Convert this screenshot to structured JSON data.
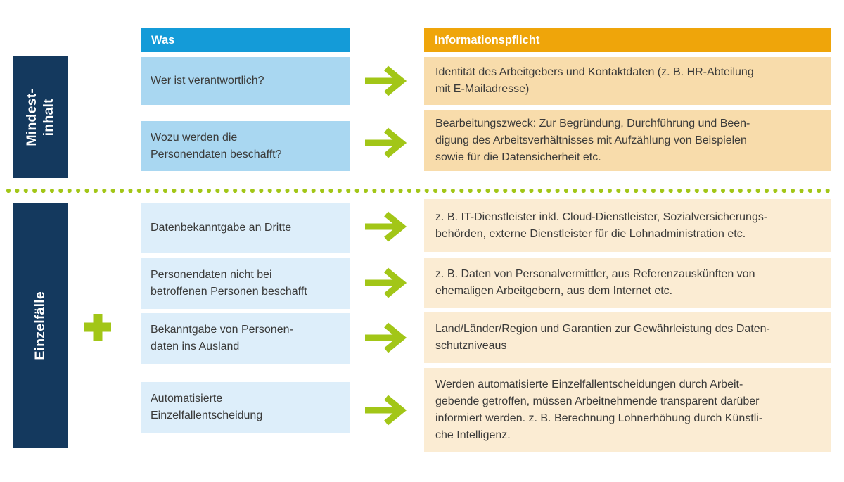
{
  "palette": {
    "navy": "#14395e",
    "blue_header": "#149bd8",
    "blue_light": "#a9d7f1",
    "blue_pale": "#ddeefa",
    "orange_header": "#efa50a",
    "orange_light": "#f8dcab",
    "orange_pale": "#fbecd3",
    "green_accent": "#a2c617",
    "text": "#3a3a39"
  },
  "headers": {
    "what": "Was",
    "duty": "Informationspflicht"
  },
  "icons": {
    "arrow": "right-arrow",
    "plus": "plus-sign",
    "separator": "dotted-line"
  },
  "sections": [
    {
      "label": "Mindest-\ninhalt",
      "rows": [
        {
          "what": "Wer ist verantwortlich?",
          "duty": "Identität des Arbeitgebers und Kontaktdaten (z. B. HR-Abteilung\nmit E-Mailadresse)"
        },
        {
          "what": "Wozu werden die\nPersonendaten beschafft?",
          "duty": "Bearbeitungszweck: Zur Begründung, Durchführung und Been-\ndigung des Arbeitsverhältnisses mit Aufzählung von Beispielen\nsowie für die Datensicherheit etc."
        }
      ]
    },
    {
      "label": "Einzelfälle",
      "rows": [
        {
          "what": "Datenbekanntgabe an Dritte",
          "duty": "z. B. IT-Dienstleister inkl. Cloud-Dienstleister, Sozialversicherungs-\nbehörden, externe Dienstleister für die Lohnadministration etc."
        },
        {
          "what": "Personendaten nicht bei\nbetroffenen Personen beschafft",
          "duty": "z. B. Daten von Personalvermittler, aus Referenzauskünften von\nehemaligen Arbeitgebern, aus dem Internet etc."
        },
        {
          "what": "Bekanntgabe von Personen-\ndaten ins Ausland",
          "duty": "Land/Länder/Region und Garantien zur Gewährleistung des Daten-\nschutzniveaus"
        },
        {
          "what": "Automatisierte\nEinzelfallentscheidung",
          "duty": "Werden automatisierte Einzelfallentscheidungen durch Arbeit-\ngebende getroffen, müssen Arbeitnehmende transparent darüber\ninformiert werden. z. B. Berechnung Lohnerhöhung durch Künstli-\nche Intelligenz."
        }
      ]
    }
  ]
}
